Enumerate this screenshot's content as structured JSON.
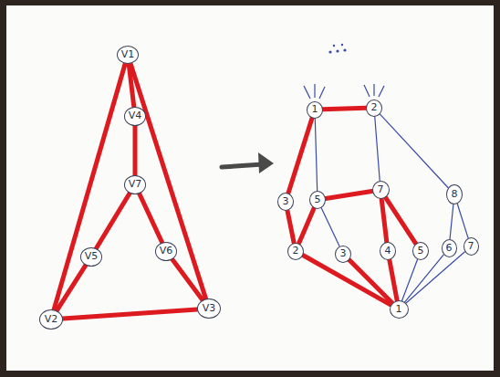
{
  "diagram": {
    "nodes": [
      {
        "text": [
          "V1"
        ]
      },
      {
        "text": [
          "V4"
        ]
      },
      {
        "text": [
          "V7"
        ]
      },
      {
        "text": [
          "V5"
        ]
      },
      {
        "text": [
          "V6"
        ]
      },
      {
        "text": [
          "V2"
        ]
      },
      {
        "text": [
          "V3"
        ]
      },
      {
        "text": [
          "1"
        ]
      },
      {
        "text": [
          "2"
        ]
      },
      {
        "text": [
          "3"
        ]
      },
      {
        "text": [
          "5"
        ]
      },
      {
        "text": [
          "7"
        ]
      },
      {
        "text": [
          "8"
        ]
      },
      {
        "text": [
          "2"
        ]
      },
      {
        "text": [
          "3"
        ]
      },
      {
        "text": [
          "4"
        ]
      },
      {
        "text": [
          "5"
        ]
      },
      {
        "text": [
          "6"
        ]
      },
      {
        "text": [
          "7"
        ]
      },
      {
        "text": [
          "1"
        ]
      }
    ],
    "edges": [
      {
        "from": 0,
        "to": 1,
        "arrow": "none"
      },
      {
        "from": 1,
        "to": 2,
        "arrow": "none"
      },
      {
        "from": 2,
        "to": 3,
        "arrow": "none"
      },
      {
        "from": 3,
        "to": 5,
        "arrow": "none"
      },
      {
        "from": 2,
        "to": 4,
        "arrow": "none"
      },
      {
        "from": 4,
        "to": 6,
        "arrow": "none"
      },
      {
        "from": 0,
        "to": 5,
        "arrow": "none"
      },
      {
        "from": 0,
        "to": 6,
        "arrow": "none"
      },
      {
        "from": 5,
        "to": 6,
        "arrow": "none"
      },
      {
        "from": 7,
        "to": 8,
        "arrow": "none"
      },
      {
        "from": 7,
        "to": 9,
        "arrow": "none"
      },
      {
        "from": 9,
        "to": 13,
        "arrow": "none"
      },
      {
        "from": 13,
        "to": 19,
        "arrow": "none"
      },
      {
        "from": 10,
        "to": 13,
        "arrow": "none"
      },
      {
        "from": 10,
        "to": 11,
        "arrow": "none"
      },
      {
        "from": 11,
        "to": 15,
        "arrow": "none"
      },
      {
        "from": 11,
        "to": 16,
        "arrow": "none"
      },
      {
        "from": 14,
        "to": 19,
        "arrow": "none"
      },
      {
        "from": 15,
        "to": 19,
        "arrow": "none"
      },
      {
        "from": 7,
        "to": 10,
        "arrow": "none"
      },
      {
        "from": 8,
        "to": 11,
        "arrow": "none"
      },
      {
        "from": 8,
        "to": 12,
        "arrow": "none"
      },
      {
        "from": 10,
        "to": 14,
        "arrow": "none"
      },
      {
        "from": 12,
        "to": 17,
        "arrow": "none"
      },
      {
        "from": 12,
        "to": 18,
        "arrow": "none"
      },
      {
        "from": 16,
        "to": 19,
        "arrow": "none"
      },
      {
        "from": 17,
        "to": 19,
        "arrow": "none"
      },
      {
        "from": 18,
        "to": 19,
        "arrow": "none"
      }
    ]
  }
}
